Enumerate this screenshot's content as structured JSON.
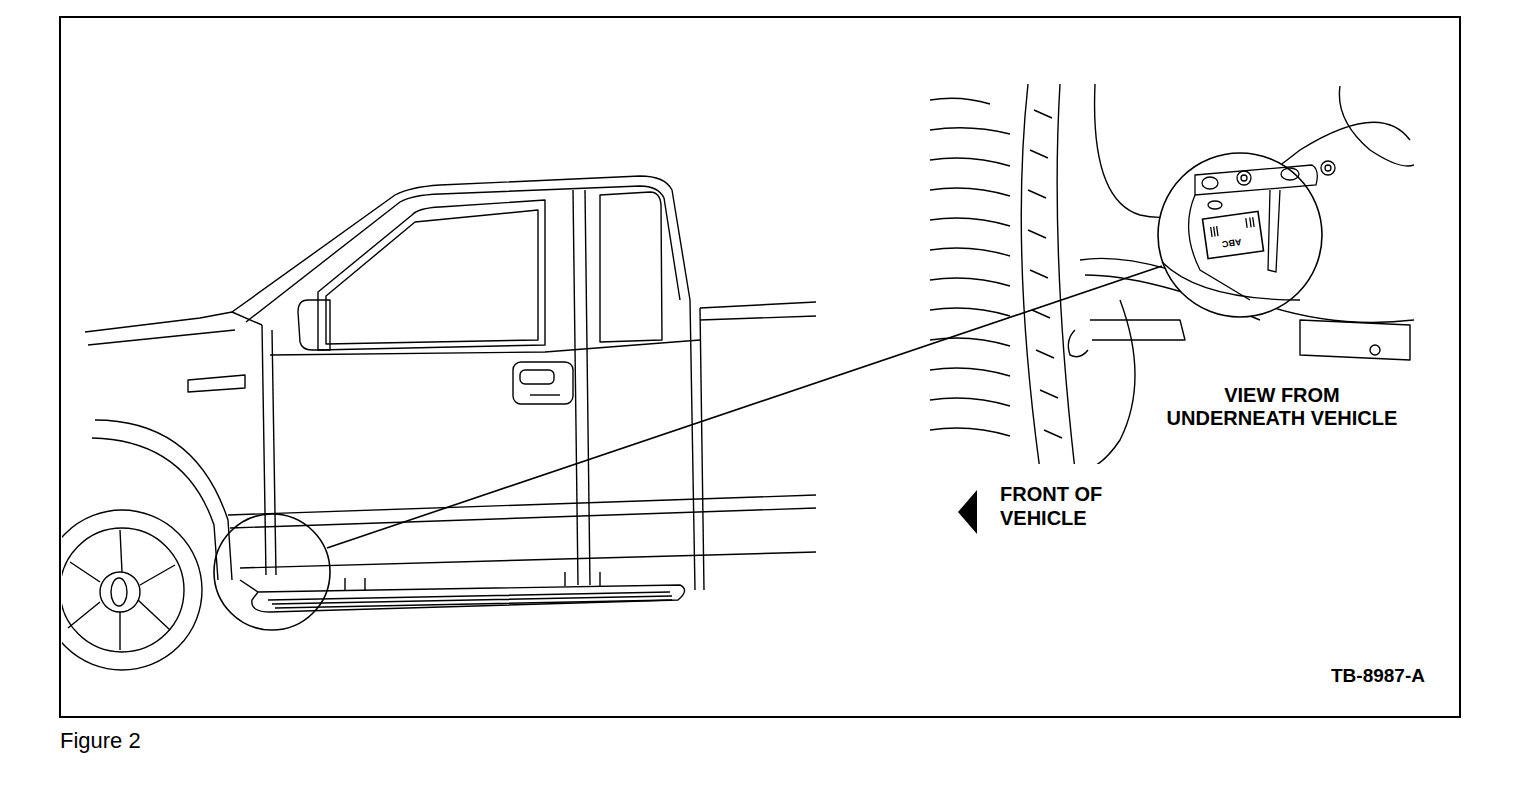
{
  "diagram": {
    "caption": "Figure 2",
    "labels": [
      "VIEW FROM UNDERNEATH VEHICLE",
      "FRONT OF VEHICLE",
      "TB-8987-A",
      "ABC"
    ]
  }
}
